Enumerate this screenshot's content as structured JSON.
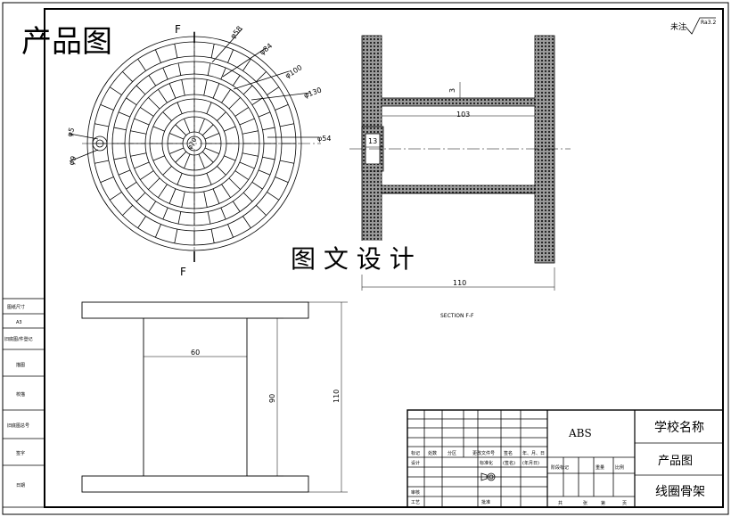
{
  "stamp": {
    "title": "产品图",
    "color": "#e01010"
  },
  "watermark": "图 文 设 计",
  "roughness_note": {
    "label": "未注",
    "value": "Ra3.2"
  },
  "section_marks": {
    "top": "F",
    "bottom": "F"
  },
  "section_caption": "SECTION F-F",
  "front_view_dims": {
    "d58": "φ58",
    "d84": "φ84",
    "d100": "φ100",
    "d130": "φ130",
    "d54": "φ54",
    "d5": "φ5",
    "d9": "φ9",
    "d20": "φ20"
  },
  "section_view_dims": {
    "wall": "3",
    "len103": "103",
    "len13": "13",
    "len110": "110"
  },
  "side_view_dims": {
    "w60": "60",
    "h90": "90",
    "h110": "110"
  },
  "left_strip": [
    "图纸尺寸",
    "A3",
    "旧底图/件登记",
    "描图",
    "校描",
    "旧底图总号",
    "签字",
    "日期"
  ],
  "title_block": {
    "material": "ABS",
    "school": "学校名称",
    "drawing_type": "产品图",
    "part_name": "线圈骨架",
    "row_labels": [
      "标记",
      "处数",
      "分区",
      "更改文件号",
      "签名",
      "年、月、日"
    ],
    "design_row": [
      "设计",
      "标准化",
      "(签名)",
      "(年月日)"
    ],
    "stage_labels": [
      "阶段标记",
      "重量",
      "比例"
    ],
    "review": "审核",
    "process": "工艺",
    "approve": "批准",
    "sheets": [
      "共",
      "张",
      "第",
      "页"
    ]
  }
}
